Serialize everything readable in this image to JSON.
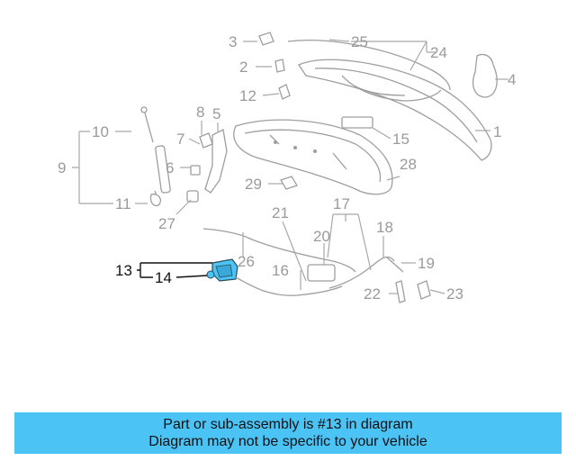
{
  "diagram": {
    "highlight_color": "#4cc3f5",
    "callouts": [
      {
        "id": "1",
        "label": "1"
      },
      {
        "id": "2",
        "label": "2"
      },
      {
        "id": "3",
        "label": "3"
      },
      {
        "id": "4",
        "label": "4"
      },
      {
        "id": "5",
        "label": "5"
      },
      {
        "id": "6",
        "label": "6"
      },
      {
        "id": "7",
        "label": "7"
      },
      {
        "id": "8",
        "label": "8"
      },
      {
        "id": "9",
        "label": "9"
      },
      {
        "id": "10",
        "label": "10"
      },
      {
        "id": "11",
        "label": "11"
      },
      {
        "id": "12",
        "label": "12"
      },
      {
        "id": "13",
        "label": "13",
        "highlighted": true
      },
      {
        "id": "14",
        "label": "14",
        "highlighted": true
      },
      {
        "id": "15",
        "label": "15"
      },
      {
        "id": "16",
        "label": "16"
      },
      {
        "id": "17",
        "label": "17"
      },
      {
        "id": "18",
        "label": "18"
      },
      {
        "id": "19",
        "label": "19"
      },
      {
        "id": "20",
        "label": "20"
      },
      {
        "id": "21",
        "label": "21"
      },
      {
        "id": "22",
        "label": "22"
      },
      {
        "id": "23",
        "label": "23"
      },
      {
        "id": "24",
        "label": "24"
      },
      {
        "id": "25",
        "label": "25"
      },
      {
        "id": "26",
        "label": "26"
      },
      {
        "id": "27",
        "label": "27"
      },
      {
        "id": "28",
        "label": "28"
      },
      {
        "id": "29",
        "label": "29"
      }
    ]
  },
  "footer": {
    "line1": "Part or sub-assembly is #13 in diagram",
    "line2": "Diagram may not be specific to your vehicle"
  }
}
